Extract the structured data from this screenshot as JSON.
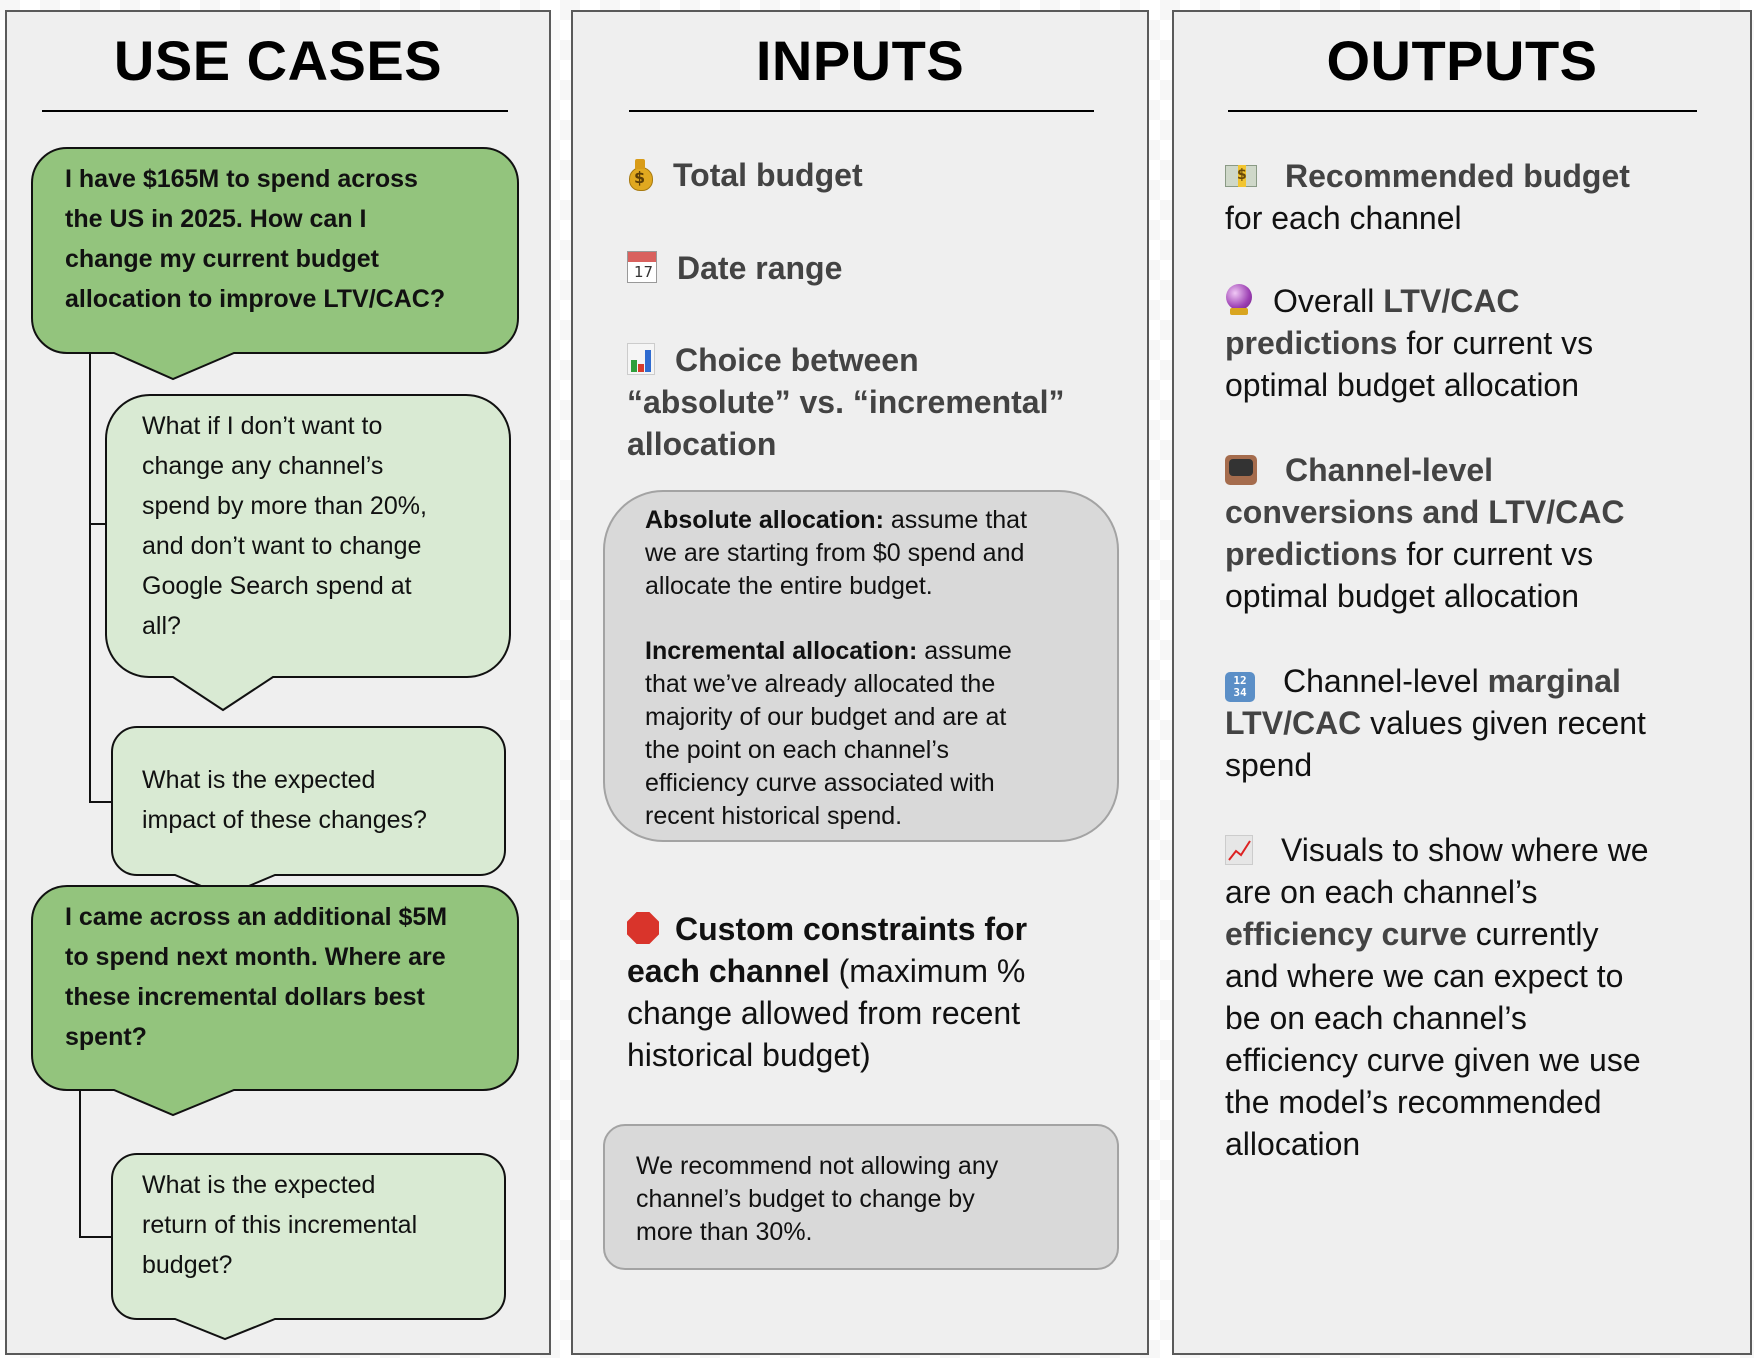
{
  "columns": {
    "use_cases": {
      "title": "USE CASES",
      "groups": [
        {
          "question": "I have $165M to spend across the US in 2025. How can I change my current budget allocation to improve LTV/CAC?",
          "question_lines": [
            "I have $165M to spend across",
            "the US in 2025. How can I",
            "change my current budget",
            "allocation to improve LTV/CAC?"
          ],
          "follow_ups": [
            {
              "text": "What if I don’t want to change any channel’s spend by more than 20%, and don’t want to change Google Search spend at all?",
              "lines": [
                "What if I don’t want to",
                "change any channel’s",
                "spend by more than 20%,",
                "and don’t want to change",
                "Google Search spend at",
                "all?"
              ]
            },
            {
              "text": "What is the expected impact of these changes?",
              "lines": [
                "What is the expected",
                "impact of these changes?"
              ]
            }
          ]
        },
        {
          "question": "I came across an additional $5M to spend next month. Where are these incremental dollars best spent?",
          "question_lines": [
            "I came across an additional $5M",
            "to spend next month. Where are",
            "these incremental dollars best",
            "spent?"
          ],
          "follow_ups": [
            {
              "text": "What is the expected return of this incremental budget?",
              "lines": [
                "What is the expected",
                "return of this incremental",
                "budget?"
              ]
            }
          ]
        }
      ]
    },
    "inputs": {
      "title": "INPUTS",
      "items": [
        {
          "icon": "money-bag-icon",
          "label": "Total budget"
        },
        {
          "icon": "calendar-icon",
          "label": "Date range"
        },
        {
          "icon": "bar-chart-icon",
          "label_lines": [
            "Choice between",
            "“absolute” vs. “incremental”",
            "allocation"
          ]
        }
      ],
      "allocation_note": {
        "absolute_label": "Absolute allocation:",
        "absolute_text_lines": [
          " assume that",
          "we are starting from $0 spend and",
          "allocate the entire budget."
        ],
        "incremental_label": "Incremental allocation:",
        "incremental_text_lines": [
          " assume",
          "that we’ve already allocated the",
          "majority of our budget and are at",
          "the point on each channel’s",
          "efficiency curve associated with",
          "recent historical spend."
        ]
      },
      "constraints": {
        "icon": "stop-sign-icon",
        "bold_line1": "Custom constraints for",
        "bold_line2": "each channel",
        "rest_line2": " (maximum %",
        "rest_lines": [
          "change allowed from recent",
          "historical budget)"
        ]
      },
      "recommendation_lines": [
        "We recommend not allowing any",
        "channel’s budget to change by",
        "more than 30%."
      ]
    },
    "outputs": {
      "title": "OUTPUTS",
      "items": [
        {
          "icon": "banknote-icon",
          "bold": "Recommended budget",
          "rest_lines": [
            "for each channel"
          ]
        },
        {
          "icon": "crystal-ball-icon",
          "pre": "Overall ",
          "bold_1": "LTV/CAC",
          "bold_2": "predictions",
          "rest_2": " for current vs",
          "rest_lines": [
            "optimal budget allocation"
          ]
        },
        {
          "icon": "television-icon",
          "bold_1": "Channel-level",
          "bold_2": "conversions and LTV/CAC",
          "bold_3": "predictions",
          "rest_3": " for current vs",
          "rest_lines": [
            "optimal budget allocation"
          ]
        },
        {
          "icon": "numbers-icon",
          "pre": "Channel-level ",
          "bold_1": "marginal",
          "bold_2": "LTV/CAC",
          "rest_2": " values given recent",
          "rest_lines": [
            "spend"
          ]
        },
        {
          "icon": "chart-increasing-icon",
          "line_1": "Visuals to show where we",
          "line_2": "are on each channel’s",
          "bold_3": "efficiency curve",
          "rest_3": " currently",
          "rest_lines": [
            "and where we can expect to",
            "be on each channel’s",
            "efficiency curve given we use",
            "the model’s recommended",
            "allocation"
          ]
        }
      ]
    }
  },
  "colors": {
    "primary_bubble": "#93c47d",
    "secondary_bubble": "#d9ead3",
    "note_box": "#d9d9d9",
    "panel_bg": "#efefef",
    "emphasis_text": "#434343"
  }
}
